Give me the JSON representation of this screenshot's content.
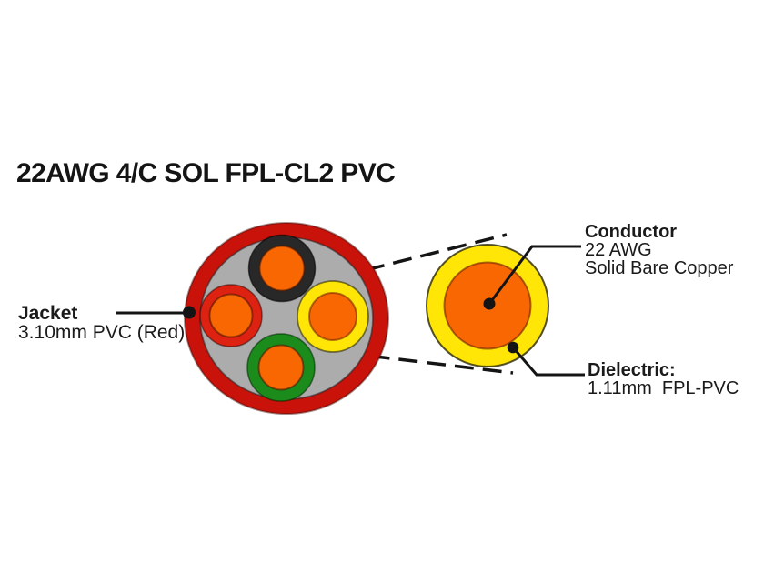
{
  "title": "22AWG 4/C SOL FPL-CL2 PVC",
  "cross_section": {
    "description": "4-conductor cable cross section",
    "conductor_count": 4,
    "conductor_insulation_colors": [
      "black",
      "red",
      "yellow",
      "green"
    ],
    "jacket_label": {
      "heading": "Jacket",
      "detail": "3.10mm PVC (Red)"
    }
  },
  "detail_view": {
    "description": "single insulated conductor, enlarged",
    "conductor_label": {
      "heading": "Conductor",
      "gauge": "22 AWG",
      "material": "Solid Bare Copper"
    },
    "dielectric_label": {
      "heading": "Dielectric:",
      "detail": "1.11mm  FPL-PVC"
    }
  },
  "colors": {
    "jacket_red": "#C9120A",
    "filler_gray": "#ACACAC",
    "copper_orange": "#F96703",
    "insulation_black": "#282828",
    "insulation_red": "#DD2212",
    "insulation_yellow": "#FFE607",
    "insulation_green": "#1B8C1B",
    "line_black": "#141414"
  }
}
